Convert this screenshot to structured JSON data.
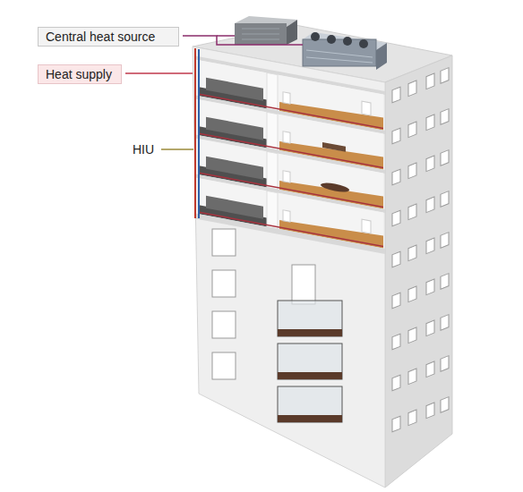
{
  "diagram": {
    "nodes": [
      {
        "text": [
          "Central heat source"
        ]
      },
      {
        "text": [
          "Heat supply"
        ]
      }
    ],
    "edges": [],
    "labels": [
      "HIU"
    ]
  }
}
